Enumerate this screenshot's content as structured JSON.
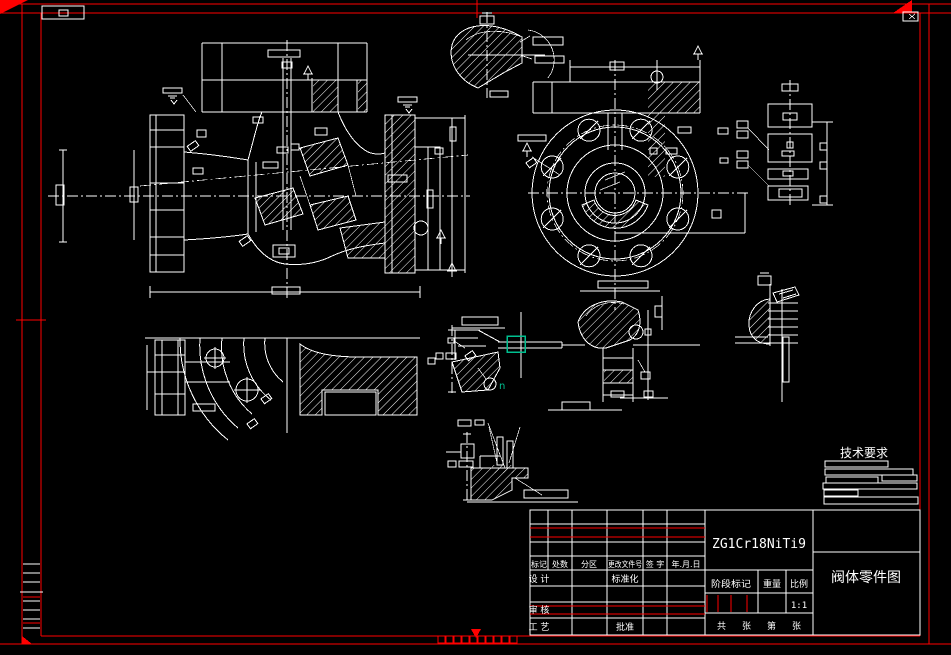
{
  "colors": {
    "background": "#000000",
    "line": "#ffffff",
    "frame": "#ff0000",
    "highlight": "#00bf8f"
  },
  "tech": {
    "label": "技术要求"
  },
  "ann": {
    "selection_label": "n"
  },
  "tb": {
    "material": "ZG1Cr18NiTi9",
    "title": "阀体零件图",
    "h": {
      "mark": "标记",
      "count": "处数",
      "zone": "分区",
      "doc": "更改文件号",
      "sign": "签 字",
      "date": "年.月.日"
    },
    "r": {
      "design": "设 计",
      "standard": "标准化",
      "audit": "审 核",
      "craft": "工 艺",
      "approve": "批准"
    },
    "stage": "阶段标记",
    "weight": "重量",
    "scale": "比例",
    "scale_value": "1:1",
    "sheets": "共 张 第 张"
  }
}
